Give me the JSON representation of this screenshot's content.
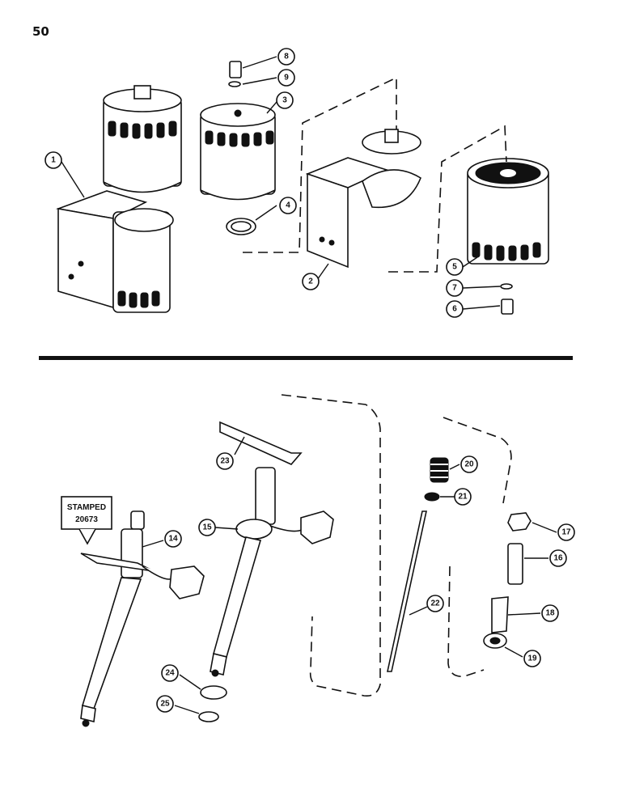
{
  "page_number": "50",
  "stamp": {
    "line1": "STAMPED",
    "line2": "20673"
  },
  "callouts": {
    "c1": "1",
    "c2": "2",
    "c3": "3",
    "c4": "4",
    "c5": "5",
    "c6": "6",
    "c7": "7",
    "c8": "8",
    "c9": "9",
    "c14": "14",
    "c15": "15",
    "c16": "16",
    "c17": "17",
    "c18": "18",
    "c19": "19",
    "c20": "20",
    "c21": "21",
    "c22": "22",
    "c23": "23",
    "c24": "24",
    "c25": "25"
  }
}
